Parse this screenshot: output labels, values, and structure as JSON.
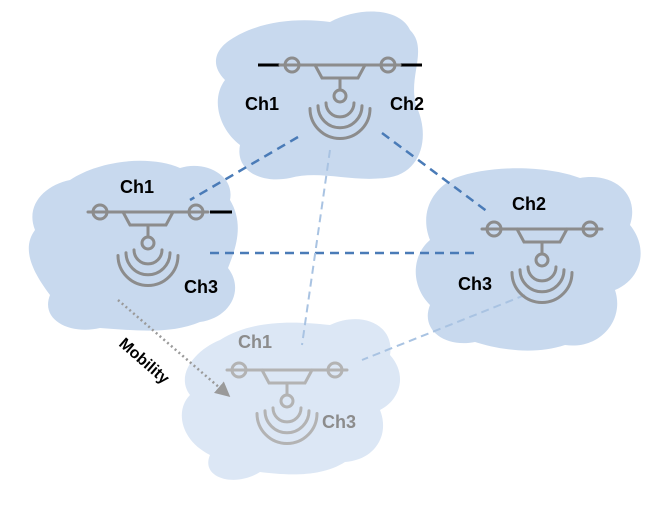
{
  "colors": {
    "cloud": "#c8d9ee",
    "cloud_ghost": "#dce7f5",
    "link_strong": "#4a7bb7",
    "link_faint": "#a9c3e2",
    "drone": "#8c8c8c",
    "drone_ghost": "#b3b3b3",
    "mobility_arrow": "#9a9a9a"
  },
  "nodes": {
    "top": {
      "label_left": "Ch1",
      "label_right": "Ch2"
    },
    "left": {
      "label_top": "Ch1",
      "label_bottom": "Ch3"
    },
    "right": {
      "label_top": "Ch2",
      "label_bottom": "Ch3"
    },
    "bottom": {
      "label_top": "Ch1",
      "label_bottom": "Ch3"
    }
  },
  "mobility_label": "Mobility"
}
